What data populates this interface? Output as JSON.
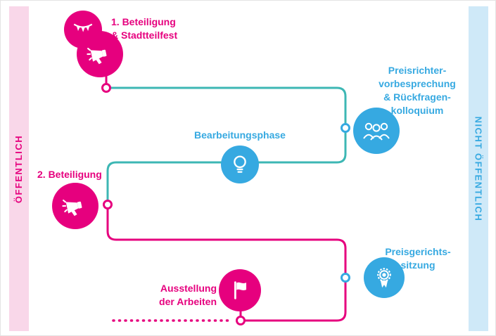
{
  "colors": {
    "pink": "#e6007e",
    "blue": "#36a9e1",
    "teal": "#3db7b4",
    "pink_band_bg": "#f9d7e9",
    "blue_band_bg": "#cfe9f8"
  },
  "bands": {
    "left_label": "ÖFFENTLICH",
    "right_label": "NICHT ÖFFENTLICH"
  },
  "nodes": {
    "beteiligung1": {
      "lines": [
        "1. Beteiligung",
        "& Stadtteilfest"
      ]
    },
    "preisrichter": {
      "lines": [
        "Preisrichter-",
        "vorbesprechung",
        "& Rückfragen-",
        "kolloquium"
      ]
    },
    "bearbeitungsphase": {
      "lines": [
        "Bearbeitungsphase"
      ]
    },
    "beteiligung2": {
      "lines": [
        "2. Beteiligung"
      ]
    },
    "preisgericht": {
      "lines": [
        "Preisgerichts-",
        "sitzung"
      ]
    },
    "ausstellung": {
      "lines": [
        "Ausstellung",
        "der Arbeiten"
      ]
    }
  },
  "icons": {
    "bunting-icon": "pennant-banner",
    "megaphone-icon": "announcement-megaphone",
    "jury-icon": "three-people-group",
    "lightbulb-icon": "idea-bulb",
    "medal-icon": "award-rosette",
    "flag-icon": "exhibition-flag"
  }
}
